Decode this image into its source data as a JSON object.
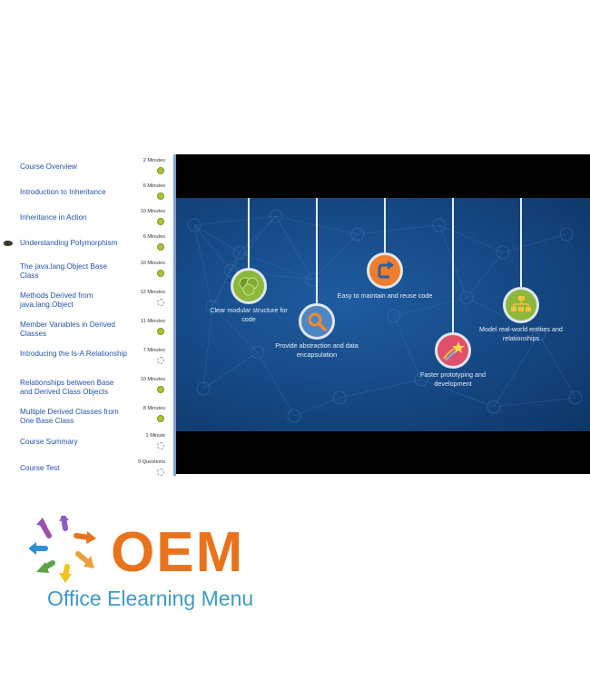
{
  "course_list": {
    "items": [
      {
        "title": "Course Overview",
        "duration": "2 Minutes",
        "status": "completed",
        "current": false
      },
      {
        "title": "Introduction to Inheritance",
        "duration": "6 Minutes",
        "status": "completed",
        "current": false
      },
      {
        "title": "Inheritance in Action",
        "duration": "10 Minutes",
        "status": "completed",
        "current": false
      },
      {
        "title": "Understanding Polymorphism",
        "duration": "6 Minutes",
        "status": "completed",
        "current": true
      },
      {
        "title": "The java.lang.Object Base Class",
        "duration": "10 Minutes",
        "status": "completed",
        "current": false
      },
      {
        "title": "Methods Derived from java.lang.Object",
        "duration": "12 Minutes",
        "status": "not-started",
        "current": false
      },
      {
        "title": "Member Variables in Derived Classes",
        "duration": "11 Minutes",
        "status": "completed",
        "current": false
      },
      {
        "title": "Introducing the Is-A Relationship",
        "duration": "7 Minutes",
        "status": "not-started",
        "current": false
      },
      {
        "title": "Relationships between Base and Derived Class Objects",
        "duration": "10 Minutes",
        "status": "completed",
        "current": false
      },
      {
        "title": "Multiple Derived Classes from One Base Class",
        "duration": "8 Minutes",
        "status": "completed",
        "current": false
      },
      {
        "title": "Course Summary",
        "duration": "1 Minute",
        "status": "not-started",
        "current": false
      },
      {
        "title": "Course Test",
        "duration": "9 Questions",
        "status": "not-started",
        "current": false
      }
    ]
  },
  "slide": {
    "features": [
      {
        "label": "Clear modular structure for code",
        "icon": "modules-icon",
        "color": "#8cb83c"
      },
      {
        "label": "Provide abstraction and data encapsulation",
        "icon": "magnifier-icon",
        "color": "#4e86c4"
      },
      {
        "label": "Easy to maintain and reuse code",
        "icon": "reuse-arrow-icon",
        "color": "#ef7d2e"
      },
      {
        "label": "Faster prototyping and development",
        "icon": "shooting-star-icon",
        "color": "#e0506a"
      },
      {
        "label": "Model real-world entities and relationships",
        "icon": "hierarchy-icon",
        "color": "#8cb83c"
      }
    ]
  },
  "logo": {
    "name": "OEM",
    "tagline": "Office Elearning Menu",
    "icon": "arrows-circle-icon",
    "colors": {
      "orange": "#e8731c",
      "blue": "#3f9ac2"
    }
  }
}
